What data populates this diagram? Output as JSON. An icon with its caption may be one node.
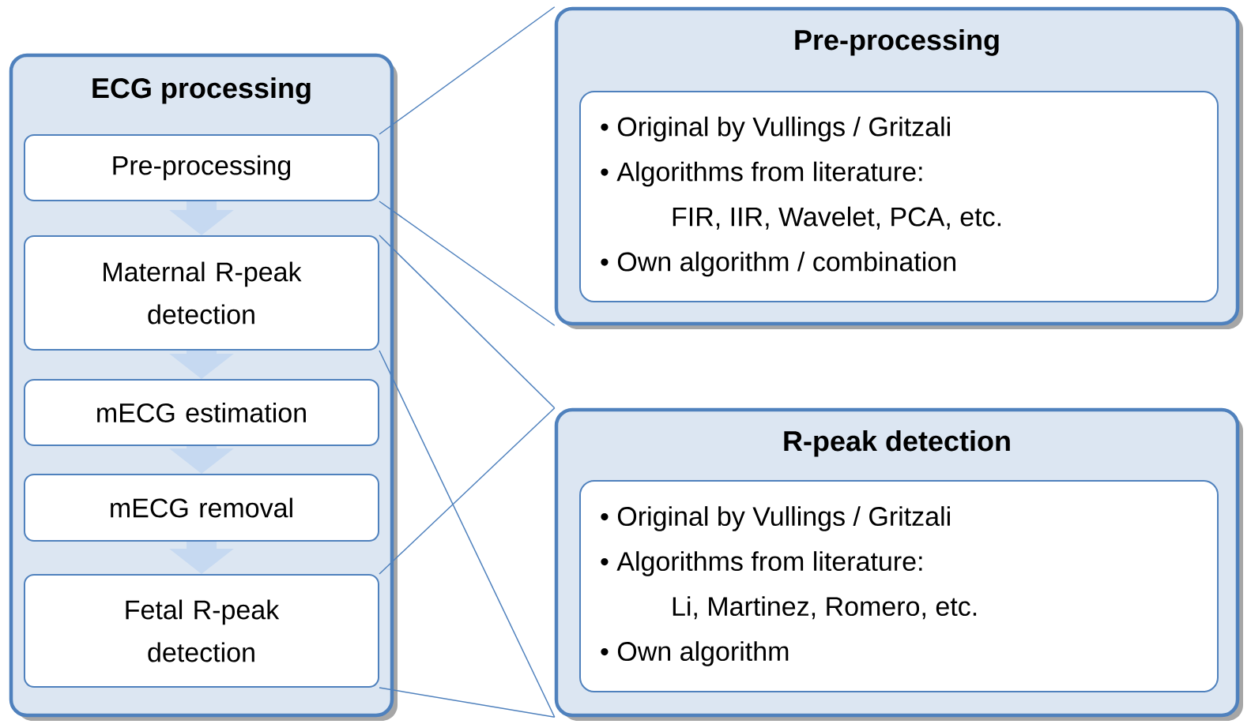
{
  "diagram": {
    "nodes": [
      {
        "text": [
          "ECG processing"
        ]
      },
      {
        "text": [
          "Pre-processing"
        ],
        "in": 0
      },
      {
        "text": [
          "Maternal R-peak detection"
        ],
        "in": 0
      },
      {
        "text": [
          "mECG estimation"
        ],
        "in": 0
      },
      {
        "text": [
          "mECG removal"
        ],
        "in": 0
      },
      {
        "text": [
          "Fetal R-peak detection"
        ],
        "in": 0
      },
      {
        "text": [
          "Pre-processing"
        ]
      },
      {
        "text": [
          "• Original by Vullings / Gritzali",
          "• Algorithms from literature:",
          "FIR, IIR, Wavelet, PCA, etc.",
          "• Own algorithm / combination"
        ],
        "in": 6
      },
      {
        "text": [
          "R-peak detection"
        ]
      },
      {
        "text": [
          "• Original by Vullings / Gritzali",
          "• Algorithms from literature:",
          "Li, Martinez, Romero, etc.",
          "• Own algorithm"
        ],
        "in": 8
      }
    ],
    "edges": [
      {
        "from": 1,
        "to": 2,
        "arrow": "to",
        "style": "thick",
        "color": "#c6d9f1"
      },
      {
        "from": 2,
        "to": 3,
        "arrow": "to",
        "style": "thick",
        "color": "#c6d9f1"
      },
      {
        "from": 3,
        "to": 4,
        "arrow": "to",
        "style": "thick",
        "color": "#c6d9f1"
      },
      {
        "from": 4,
        "to": 5,
        "arrow": "to",
        "style": "thick",
        "color": "#c6d9f1"
      },
      {
        "from": 1,
        "to": 6,
        "arrow": "none"
      },
      {
        "from": 1,
        "to": 6,
        "arrow": "none"
      },
      {
        "from": 2,
        "to": 8,
        "arrow": "none"
      },
      {
        "from": 2,
        "to": 8,
        "arrow": "none"
      },
      {
        "from": 5,
        "to": 8,
        "arrow": "none"
      },
      {
        "from": 5,
        "to": 8,
        "arrow": "none"
      }
    ]
  }
}
